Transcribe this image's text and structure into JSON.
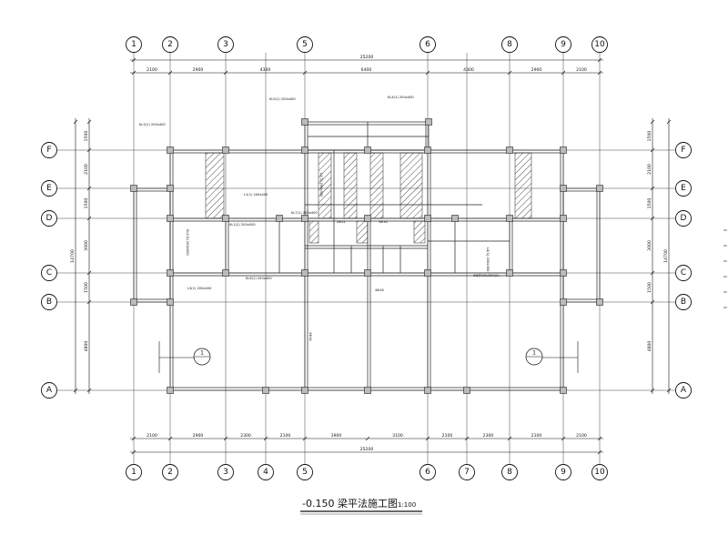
{
  "drawing": {
    "title": "-0.150 梁平法施工图",
    "scale": "1:100"
  },
  "axes_vertical": [
    "1",
    "2",
    "3",
    "4",
    "5",
    "6",
    "7",
    "8",
    "9",
    "10"
  ],
  "axes_vertical_top": [
    "1",
    "2",
    "3",
    "5",
    "6",
    "8",
    "9",
    "10"
  ],
  "axes_horizontal": [
    "F",
    "E",
    "D",
    "C",
    "B",
    "A"
  ],
  "dims_top": {
    "overall": "25200",
    "segments": [
      "2100",
      "2900",
      "4300",
      "6400",
      "4300",
      "2900",
      "2100"
    ]
  },
  "dims_bottom": {
    "overall": "25200",
    "segments": [
      "2100",
      "2900",
      "2300",
      "2100",
      "3900",
      "3100",
      "2100",
      "2300",
      "2100",
      "2100"
    ]
  },
  "dims_left": {
    "overall": "14700",
    "segments": [
      "1500",
      "2100",
      "1500",
      "3000",
      "1500",
      "4800"
    ]
  },
  "dims_right": {
    "overall": "14700",
    "segments": [
      "1500",
      "2100",
      "1500",
      "3000",
      "1500",
      "4800"
    ]
  },
  "section_marks": [
    "1",
    "1"
  ],
  "beam_notes": [
    "KL3(1) 200x400",
    "KL5(1) 200x400",
    "KL4(1) 200x400",
    "L1(1) 200x400",
    "L2(1) 200x300",
    "KL1(2) 200x500",
    "KL2(3) 200x500",
    "L3(1) 200x400",
    "KL6(1) 200x400",
    "2Φ14",
    "4Φ16",
    "Φ8@100/200(2)",
    "2Φ12",
    "3Φ16",
    "KL7(1) 200x400",
    "L4(1) 200x300"
  ]
}
